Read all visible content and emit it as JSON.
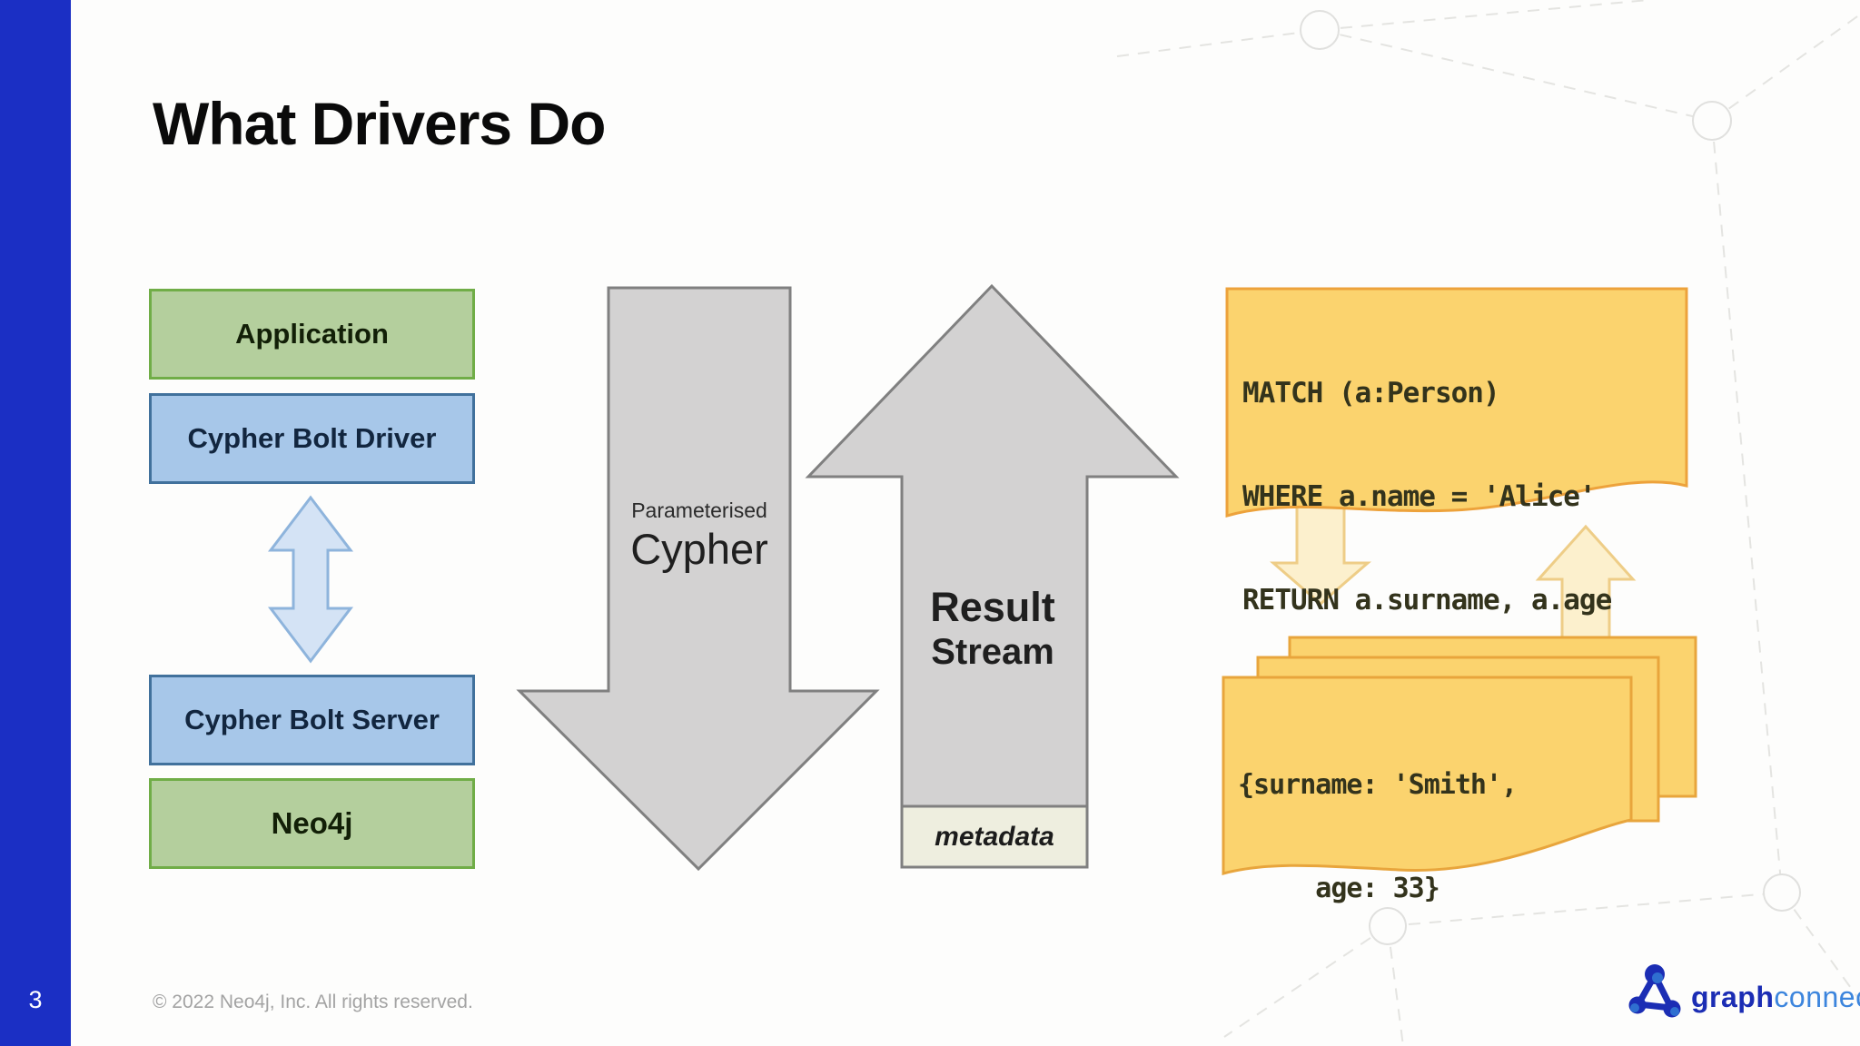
{
  "slide": {
    "title": "What Drivers Do",
    "page_number": "3",
    "footer": "© 2022 Neo4j, Inc. All rights reserved."
  },
  "stack": {
    "application_label": "Application",
    "driver_label": "Cypher Bolt Driver",
    "server_label": "Cypher Bolt Server",
    "database_label": "Neo4j"
  },
  "request_arrow": {
    "label_small": "Parameterised",
    "label_large": "Cypher"
  },
  "response_arrow": {
    "label_line1": "Result",
    "label_line2": "Stream",
    "metadata_label": "metadata"
  },
  "query_document": {
    "lines": [
      "MATCH (a:Person)",
      "WHERE a.name = 'Alice'",
      "RETURN a.surname, a.age"
    ]
  },
  "result_document": {
    "line1": "{surname: 'Smith',",
    "line2": "     age: 33}"
  },
  "logo": {
    "brand_primary": "graph",
    "brand_secondary": "connect",
    "icon": "graph-triangle-icon"
  },
  "colors": {
    "sidebar_blue": "#1b2fc4",
    "box_green_fill": "#b4cf9d",
    "box_green_border": "#70ad47",
    "box_blue_fill": "#a7c7e9",
    "box_blue_border": "#41719c",
    "connector_blue_fill": "#d4e3f5",
    "connector_blue_border": "#8eb4dc",
    "arrow_gray_fill": "#d3d2d2",
    "arrow_gray_border": "#808080",
    "metadata_fill": "#eeeedf",
    "doc_yellow_fill": "#fbd36e",
    "doc_yellow_border": "#eda23b",
    "pale_arrow_fill": "#fcf0cd",
    "pale_arrow_border": "#eecd87",
    "logo_dark_blue": "#1b2db4",
    "logo_light_blue": "#3c85dd"
  }
}
